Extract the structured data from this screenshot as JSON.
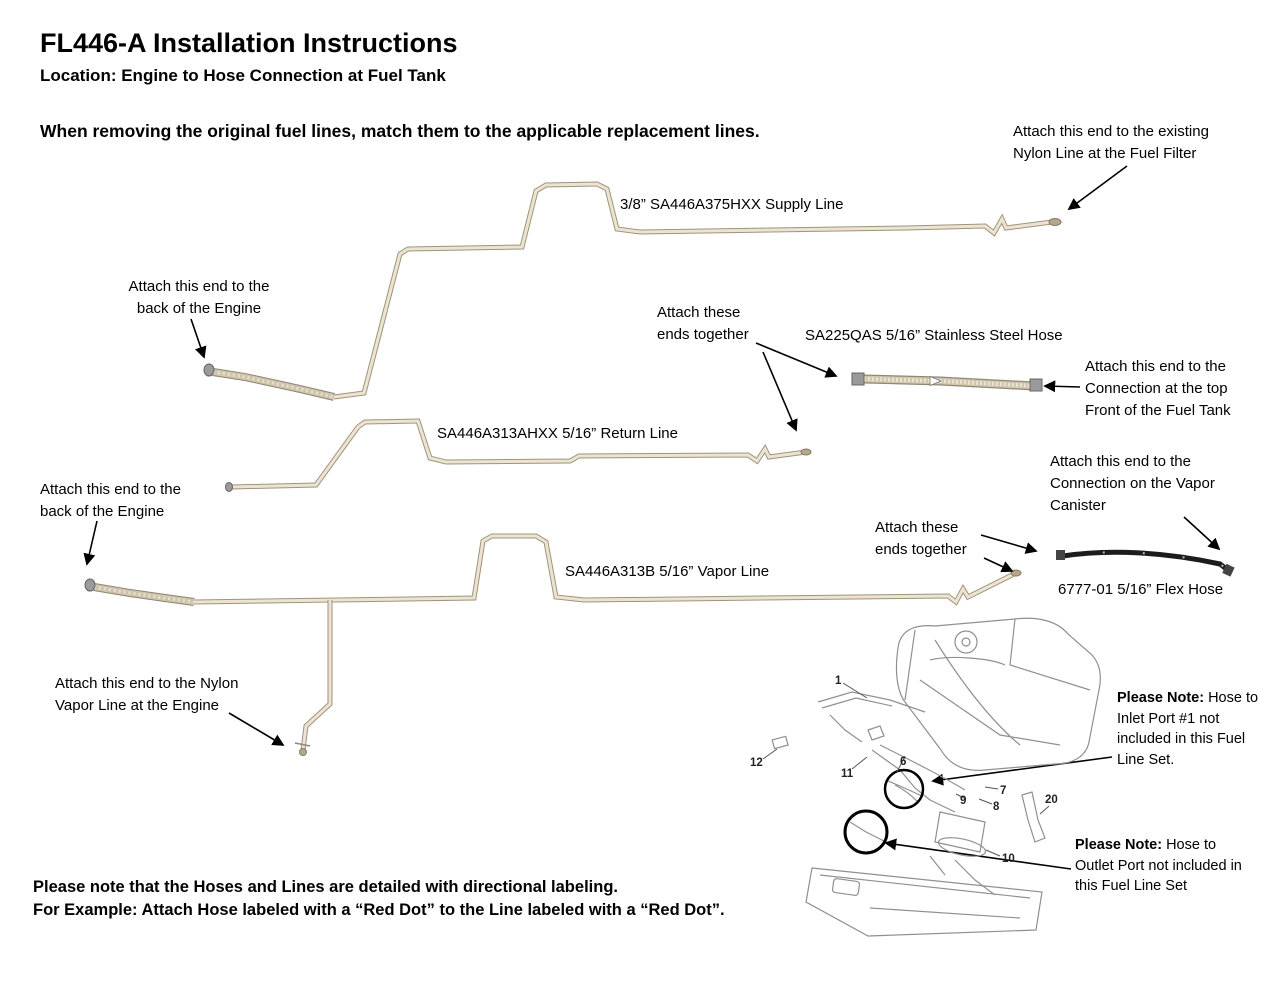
{
  "page": {
    "title": "FL446-A Installation Instructions",
    "subtitle": "Location: Engine to Hose Connection at Fuel Tank",
    "intro": "When removing the original fuel lines, match them to the applicable replacement lines.",
    "footer_line1": "Please note that the Hoses and Lines are detailed with directional labeling.",
    "footer_line2": "For Example: Attach Hose labeled with a “Red Dot” to the Line labeled with a “Red Dot”."
  },
  "labels": {
    "supply_line": "3/8” SA446A375HXX Supply Line",
    "return_line": "SA446A313AHXX 5/16” Return Line",
    "vapor_line": "SA446A313B 5/16” Vapor Line",
    "stainless_hose": "SA225QAS 5/16” Stainless Steel Hose",
    "flex_hose": "6777-01 5/16” Flex Hose"
  },
  "annotations": {
    "fuel_filter": "Attach this end to the existing Nylon Line at the Fuel Filter",
    "engine_back_1": "Attach this end to the back of the Engine",
    "ends_together_1": "Attach these ends together",
    "fuel_tank_front": "Attach this end to the Connection at the top Front of the Fuel Tank",
    "engine_back_2": "Attach this end to the back of the Engine",
    "vapor_canister": "Attach this end to the Connection on the Vapor Canister",
    "ends_together_2": "Attach these ends together",
    "nylon_vapor": "Attach this end to the Nylon Vapor Line at the Engine"
  },
  "notes": {
    "note1_bold": "Please Note:",
    "note1_text": " Hose to Inlet Port #1 not included in this Fuel Line Set.",
    "note2_bold": "Please Note:",
    "note2_text": " Hose to Outlet Port not included in this Fuel Line Set"
  },
  "diagram": {
    "part_numbers": [
      "1",
      "12",
      "11",
      "6",
      "7",
      "8",
      "9",
      "10",
      "20"
    ]
  },
  "colors": {
    "tube_fill": "#ece4d3",
    "tube_outline": "#a0937a",
    "braid_fill": "#cfc5ae",
    "flex_hose": "#1c1c1c",
    "sketch_gray": "#909090",
    "arrow": "#000000"
  }
}
